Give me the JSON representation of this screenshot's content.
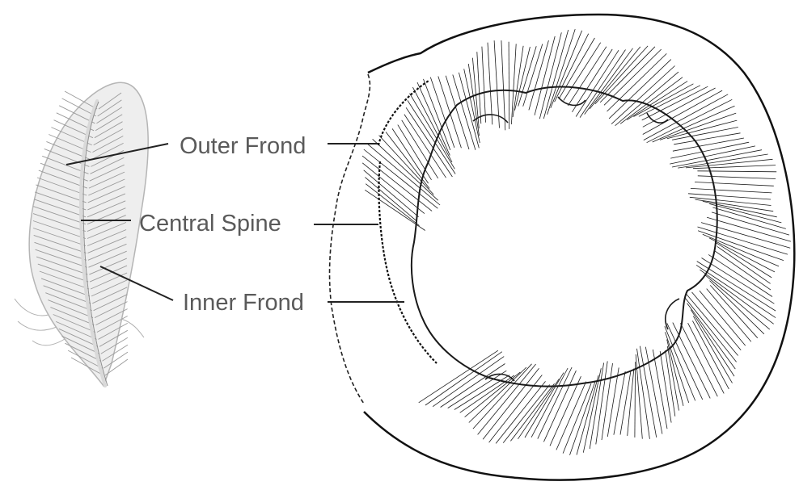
{
  "labels": {
    "outer_frond": "Outer Frond",
    "central_spine": "Central Spine",
    "inner_frond": "Inner Frond"
  },
  "colors": {
    "label_text": "#5a5a5a",
    "leader_line": "#222222",
    "ink": "#1a1a1a",
    "feather_gray": "#9a9a9a",
    "background": "#ffffff"
  },
  "icons": {
    "feather": "feather-icon",
    "coiled_feather": "coiled-feather-cross-section"
  }
}
